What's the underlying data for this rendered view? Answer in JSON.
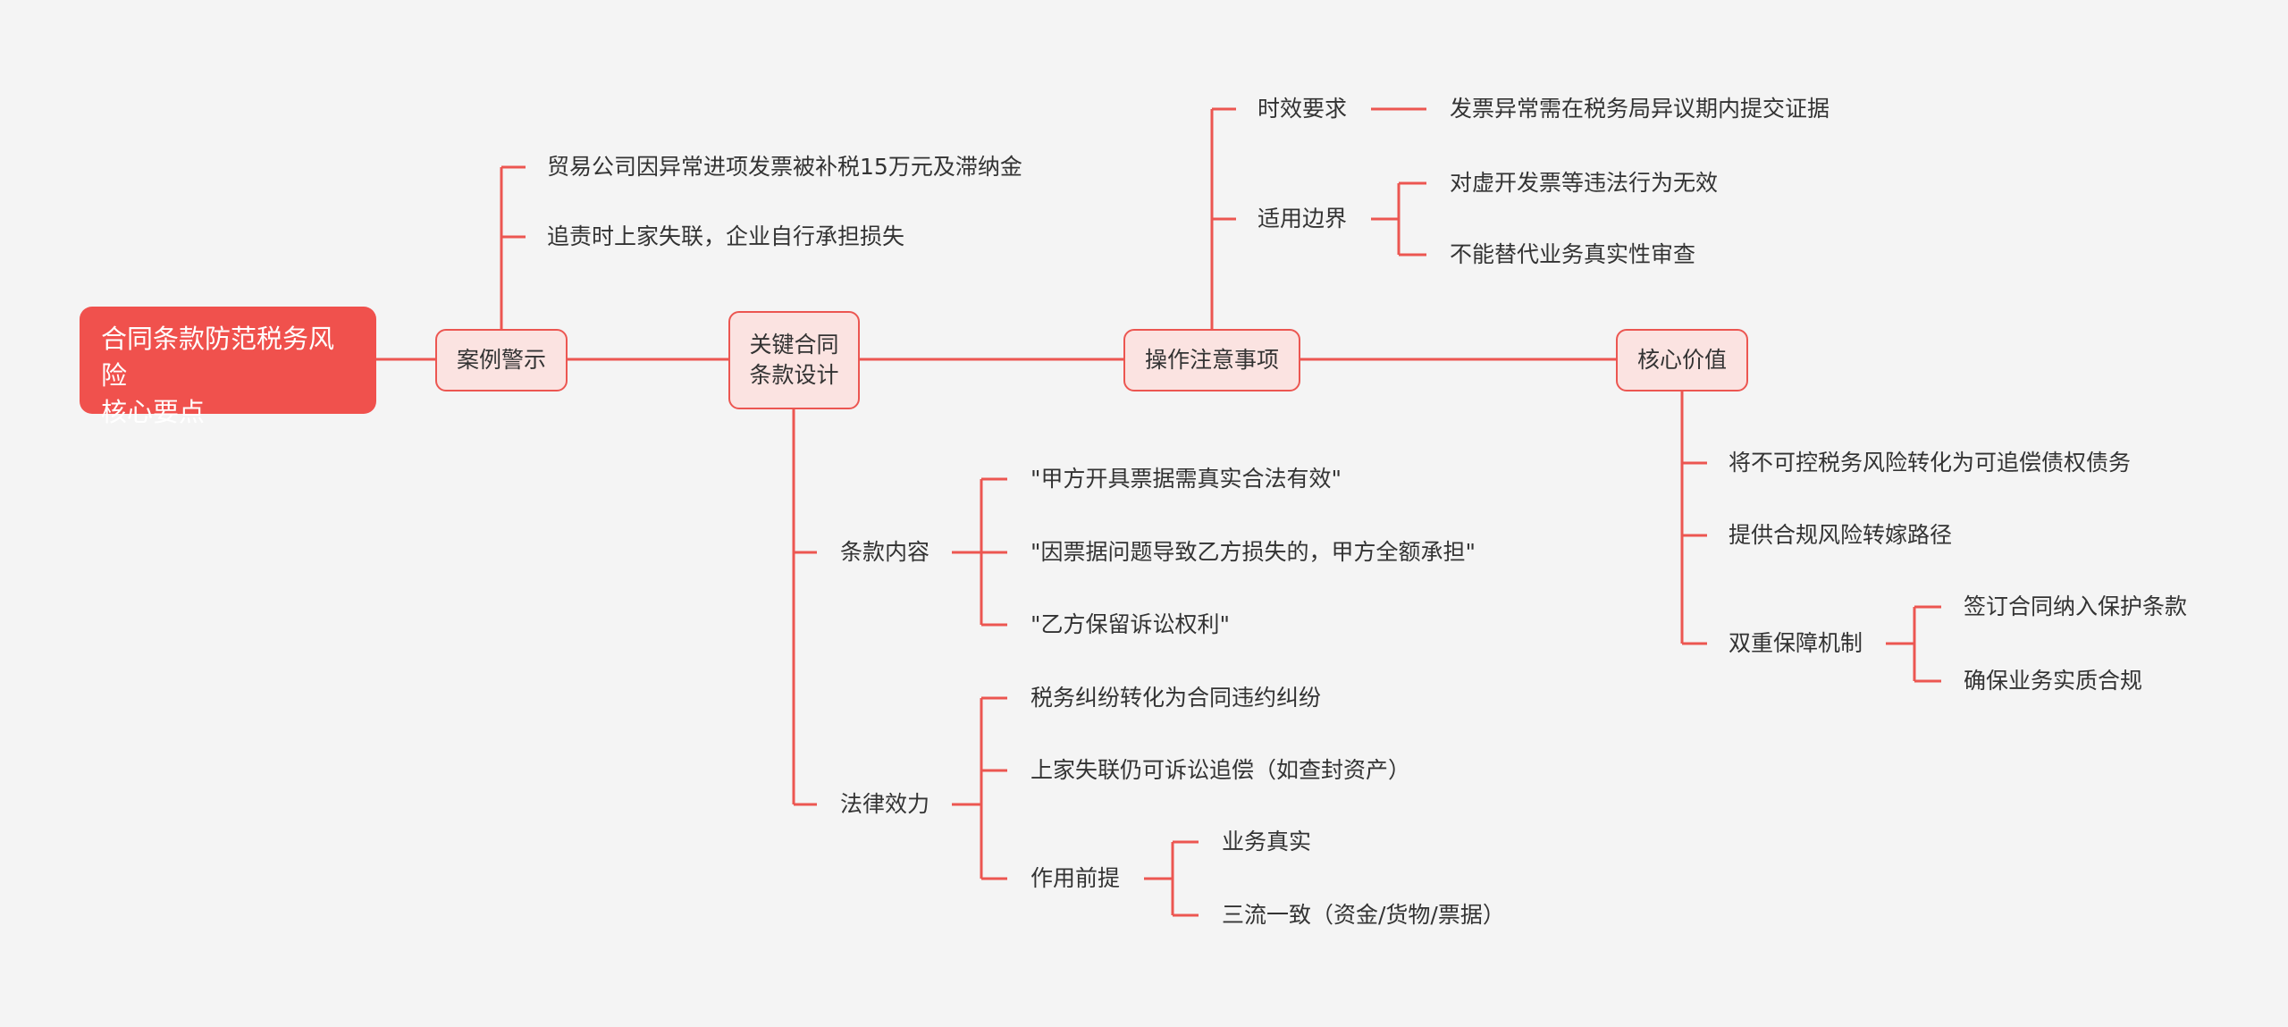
{
  "root": {
    "line1": "合同条款防范税务风险",
    "line2": "核心要点"
  },
  "case": {
    "label": "案例警示",
    "items": [
      "贸易公司因异常进项发票被补税15万元及滞纳金",
      "追责时上家失联，企业自行承担损失"
    ]
  },
  "clause": {
    "line1": "关键合同",
    "line2": "条款设计",
    "content": {
      "label": "条款内容",
      "items": [
        "\"甲方开具票据需真实合法有效\"",
        "\"因票据问题导致乙方损失的，甲方全额承担\"",
        "\"乙方保留诉讼权利\""
      ]
    },
    "effect": {
      "label": "法律效力",
      "items": [
        "税务纠纷转化为合同违约纠纷",
        "上家失联仍可诉讼追偿（如查封资产）"
      ],
      "premise": {
        "label": "作用前提",
        "items": [
          "业务真实",
          "三流一致（资金/货物/票据）"
        ]
      }
    }
  },
  "ops": {
    "label": "操作注意事项",
    "timing": {
      "label": "时效要求",
      "item": "发票异常需在税务局异议期内提交证据"
    },
    "scope": {
      "label": "适用边界",
      "items": [
        "对虚开发票等违法行为无效",
        "不能替代业务真实性审查"
      ]
    }
  },
  "value": {
    "label": "核心价值",
    "items": [
      "将不可控税务风险转化为可追偿债权债务",
      "提供合规风险转嫁路径"
    ],
    "dual": {
      "label": "双重保障机制",
      "items": [
        "签订合同纳入保护条款",
        "确保业务实质合规"
      ]
    }
  },
  "colors": {
    "accent": "#ec5651",
    "root_fill": "#f0514d",
    "node_fill": "#fbe3e1",
    "background": "#f4f4f4"
  }
}
